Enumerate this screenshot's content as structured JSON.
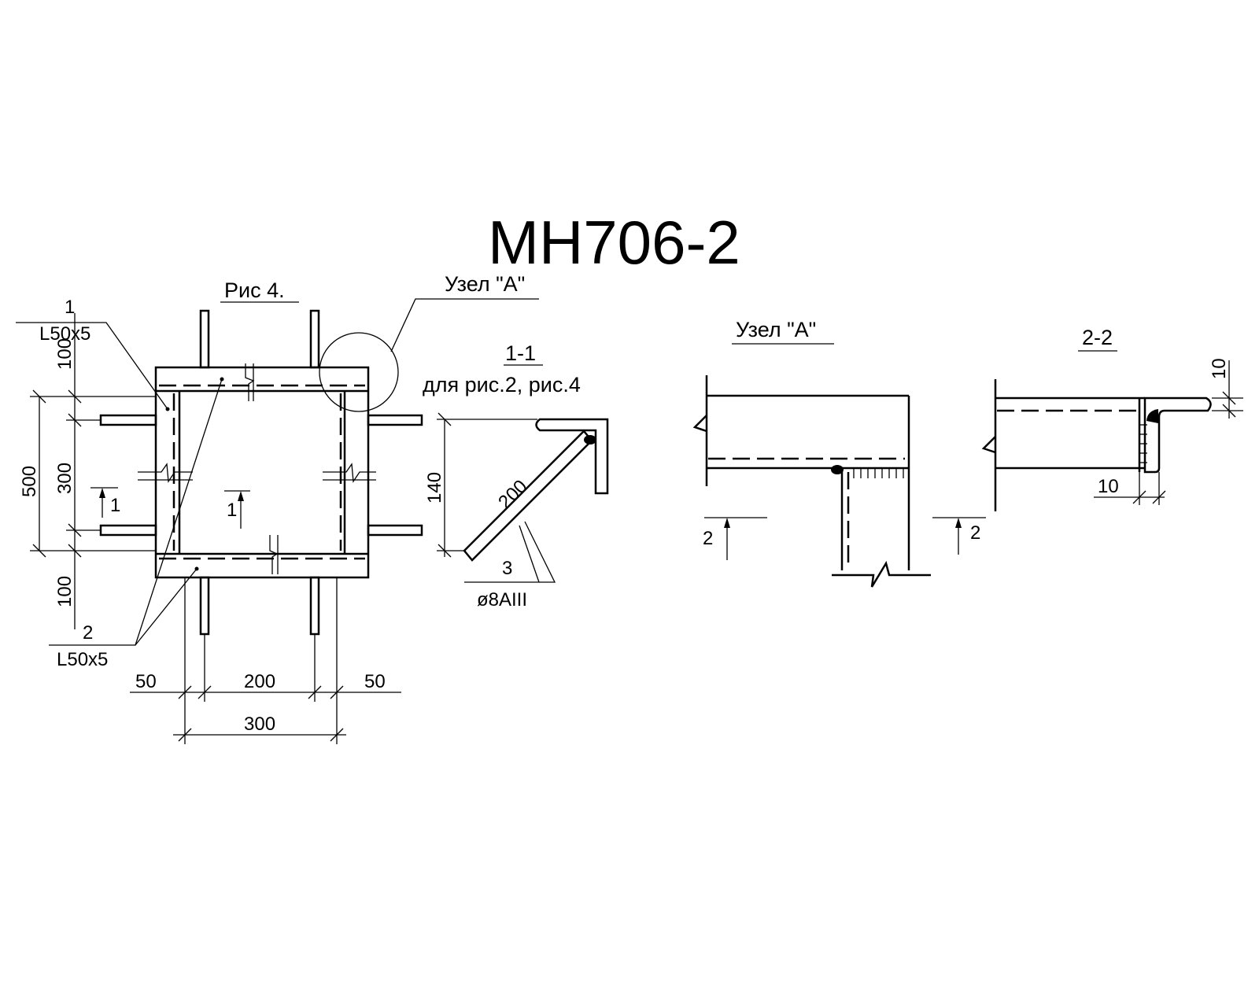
{
  "title": "МН706-2",
  "fig4": {
    "caption": "Рис 4.",
    "node_ref": "Узел \"А\"",
    "part1_num": "1",
    "part1_profile": "L50x5",
    "part2_num": "2",
    "part2_profile": "L50x5",
    "section_mark_left": "1",
    "section_mark_center": "1",
    "dims": {
      "top100": "100",
      "v500": "500",
      "v300": "300",
      "bottom100": "100",
      "h50_left": "50",
      "h200": "200",
      "h50_right": "50",
      "h300": "300"
    }
  },
  "section11": {
    "title": "1-1",
    "subtitle": "для рис.2, рис.4",
    "dim140": "140",
    "len200": "200",
    "part3_num": "3",
    "part3_spec": "ø8АIII"
  },
  "nodeA": {
    "title": "Узел \"А\"",
    "mark_left": "2",
    "mark_right": "2"
  },
  "section22": {
    "title": "2-2",
    "dim10_top": "10",
    "dim10_bottom": "10"
  }
}
